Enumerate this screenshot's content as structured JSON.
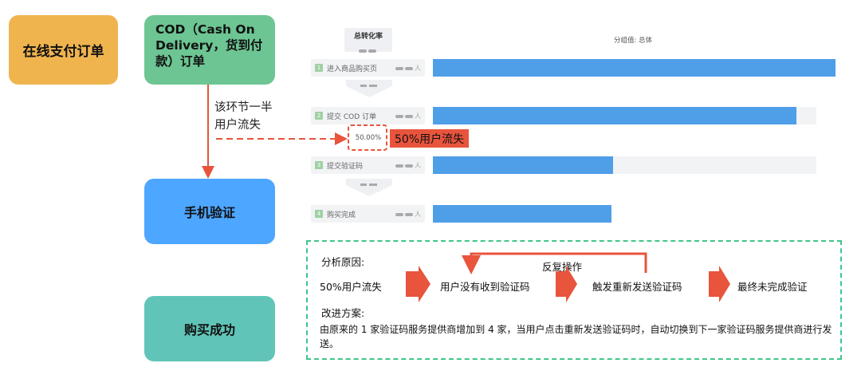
{
  "boxes": {
    "online": {
      "label": "在线支付订单",
      "color": "#f0b44f"
    },
    "cod": {
      "label": "COD（Cash On Delivery，货到付款）订单",
      "color": "#6cc592"
    },
    "verify": {
      "label": "手机验证",
      "color": "#4da6ff"
    },
    "success": {
      "label": "购买成功",
      "color": "#60c5b8"
    }
  },
  "side_note": {
    "line1": "该环节一半",
    "line2": "用户流失"
  },
  "funnel": {
    "title": "总转化率",
    "group_label": "分组值: 总体",
    "rate_chip": "50.00%",
    "loss_badge": "50%用户流失",
    "steps": [
      {
        "index": "1",
        "label": "进入商品购买页",
        "count_suffix": "人",
        "fill_fraction": 1.0,
        "track_fraction": 1.0
      },
      {
        "index": "2",
        "label": "提交 COD 订单",
        "count_suffix": "人",
        "fill_fraction": 0.902,
        "track_fraction": 0.9515
      },
      {
        "index": "3",
        "label": "提交验证码",
        "count_suffix": "人",
        "fill_fraction": 0.4485,
        "track_fraction": 0.9515
      },
      {
        "index": "4",
        "label": "购买完成",
        "count_suffix": "人",
        "fill_fraction": 0.4444,
        "track_fraction": 0.4444
      }
    ],
    "colors": {
      "bar": "#4f9ee8",
      "track": "#f1f3f5"
    }
  },
  "analysis": {
    "reason_title": "分析原因:",
    "flow": [
      "50%用户流失",
      "用户没有收到验证码",
      "触发重新发送验证码",
      "最终未完成验证"
    ],
    "loop_label": "反复操作",
    "plan_title": "改进方案:",
    "plan_text": "由原来的 1 家验证码服务提供商增加到 4 家，当用户点击重新发送验证码时，自动切换到下一家验证码服务提供商进行发送。",
    "colors": {
      "arrow": "#e8543c",
      "frame": "#3ec78a"
    }
  }
}
